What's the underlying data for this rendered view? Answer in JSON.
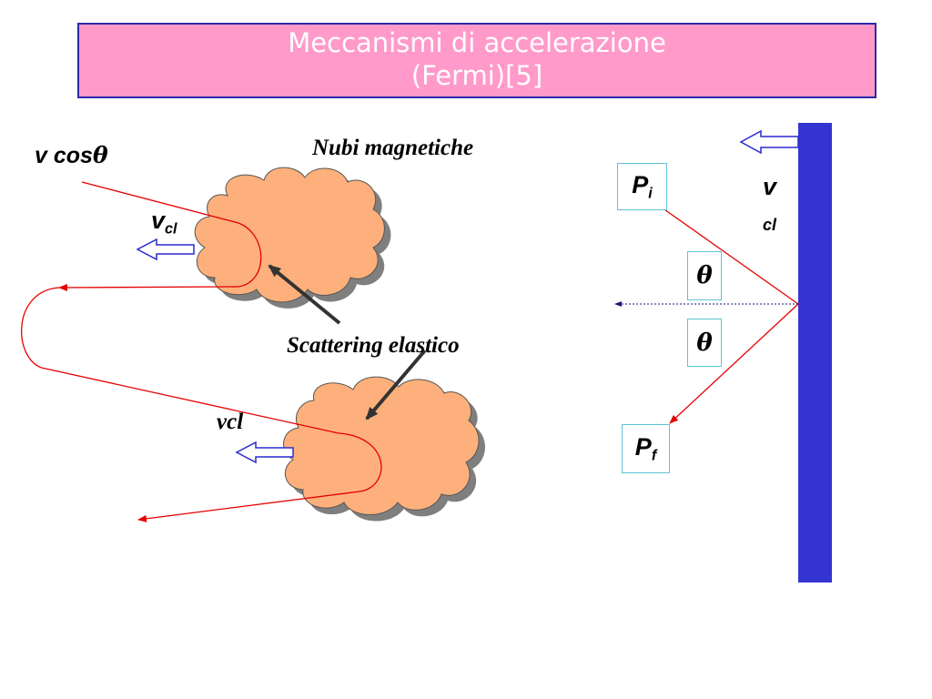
{
  "title": {
    "line1": "Meccanismi di accelerazione",
    "line2": "(Fermi)[5]"
  },
  "labels": {
    "v_cos": "v cos",
    "theta_symbol": "θ",
    "nubi": "Nubi magnetiche",
    "scattering": "Scattering elastico",
    "v_main": "v",
    "cl_sub": "cl",
    "vcl_lower": "vcl",
    "p_main": "P",
    "p_i_sub": "i",
    "p_f_sub": "f",
    "wall_v": "v",
    "wall_cl": "cl"
  },
  "colors": {
    "title_bg": "#ff9acb",
    "title_border": "#2a2aa8",
    "cloud_fill": "#fdb07b",
    "cloud_shadow": "#7f7f7f",
    "particle_path": "#e60000",
    "wall": "#3434d0",
    "arrow_outline": "#2a2ad0",
    "box_border": "#5ec3d8"
  }
}
